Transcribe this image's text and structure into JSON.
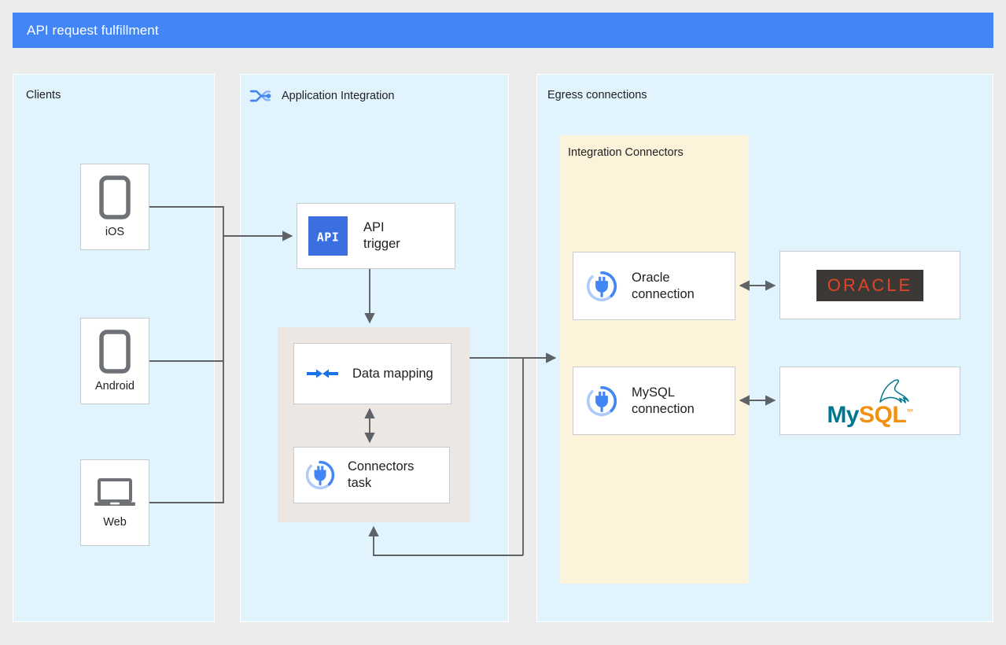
{
  "header": {
    "title": "API request fulfillment",
    "bar_color": "#4285f4"
  },
  "panels": {
    "clients": {
      "title": "Clients",
      "bg": "#e1f3fc"
    },
    "application_integration": {
      "title": "Application Integration",
      "icon": "application-integration-icon",
      "bg": "#e1f3fc"
    },
    "egress": {
      "title": "Egress connections",
      "bg": "#e1f3fc"
    },
    "integration_connectors": {
      "title": "Integration Connectors",
      "bg": "#fdf3da"
    }
  },
  "clients": [
    {
      "label": "iOS",
      "icon": "mobile-phone-icon"
    },
    {
      "label": "Android",
      "icon": "mobile-phone-icon"
    },
    {
      "label": "Web",
      "icon": "laptop-icon"
    }
  ],
  "integration_nodes": {
    "api_trigger": {
      "label": "API\ntrigger",
      "icon": "api-icon",
      "icon_text": "API",
      "icon_color": "#3b6fe0"
    },
    "data_mapping": {
      "label": "Data mapping",
      "icon": "data-mapping-icon",
      "icon_color": "#1a73e8"
    },
    "connectors_task": {
      "label": "Connectors\ntask",
      "icon": "connectors-plug-icon",
      "icon_color": "#1a73e8"
    }
  },
  "connections": [
    {
      "label": "Oracle\nconnection",
      "icon": "connectors-plug-icon"
    },
    {
      "label": "MySQL\nconnection",
      "icon": "connectors-plug-icon"
    }
  ],
  "backends": [
    {
      "name": "ORACLE",
      "logo": "oracle-logo",
      "text_color": "#e04528",
      "bg_color": "#3b3835"
    },
    {
      "name": "MySQL",
      "logo": "mysql-logo",
      "part1": "My",
      "part2": "SQL",
      "part1_color": "#00758f",
      "part2_color": "#f29111",
      "trademark": "™"
    }
  ],
  "colors": {
    "page_bg": "#ececec",
    "panel_blue": "#e1f3fc",
    "panel_yellow": "#fdf3da",
    "panel_gray": "#ece7e3",
    "wire": "#5f6368",
    "node_border": "#c8ccd0"
  }
}
